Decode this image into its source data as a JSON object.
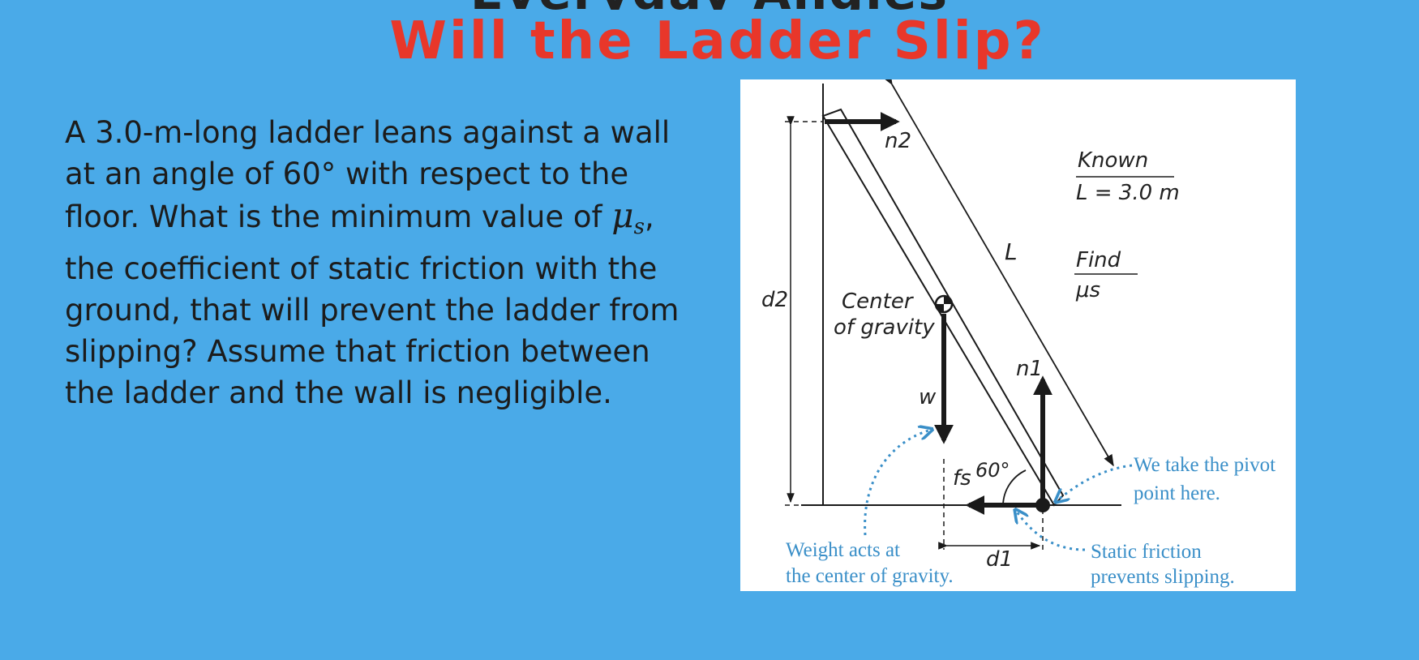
{
  "slide": {
    "title_partial": "Everyday Angles",
    "title": "Will the Ladder Slip?",
    "problem_before_mu": "A 3.0-m-long ladder leans against a wall at an angle of 60° with respect to the floor. What is the minimum value of",
    "mu_symbol": "μ",
    "mu_subscript": "s",
    "problem_after_mu": ", the coefficient of static friction with the ground, that will prevent the ladder from slipping? Assume that friction between the ladder and the wall is negligible."
  },
  "figure": {
    "known_label": "Known",
    "known_value": "L = 3.0 m",
    "find_label": "Find",
    "find_value": "μs",
    "length_label": "L",
    "height_label": "d2",
    "base_label": "d1",
    "angle_label": "60°",
    "cog_label_line1": "Center",
    "cog_label_line2": "of gravity",
    "n2_label": "n2",
    "n1_label": "n1",
    "weight_label": "w",
    "friction_label": "fs",
    "pivot_note_line1": "We take the pivot",
    "pivot_note_line2": "point here.",
    "weight_note_line1": "Weight acts at",
    "weight_note_line2": "the center of gravity.",
    "friction_note_line1": "Static friction",
    "friction_note_line2": "prevents slipping."
  }
}
